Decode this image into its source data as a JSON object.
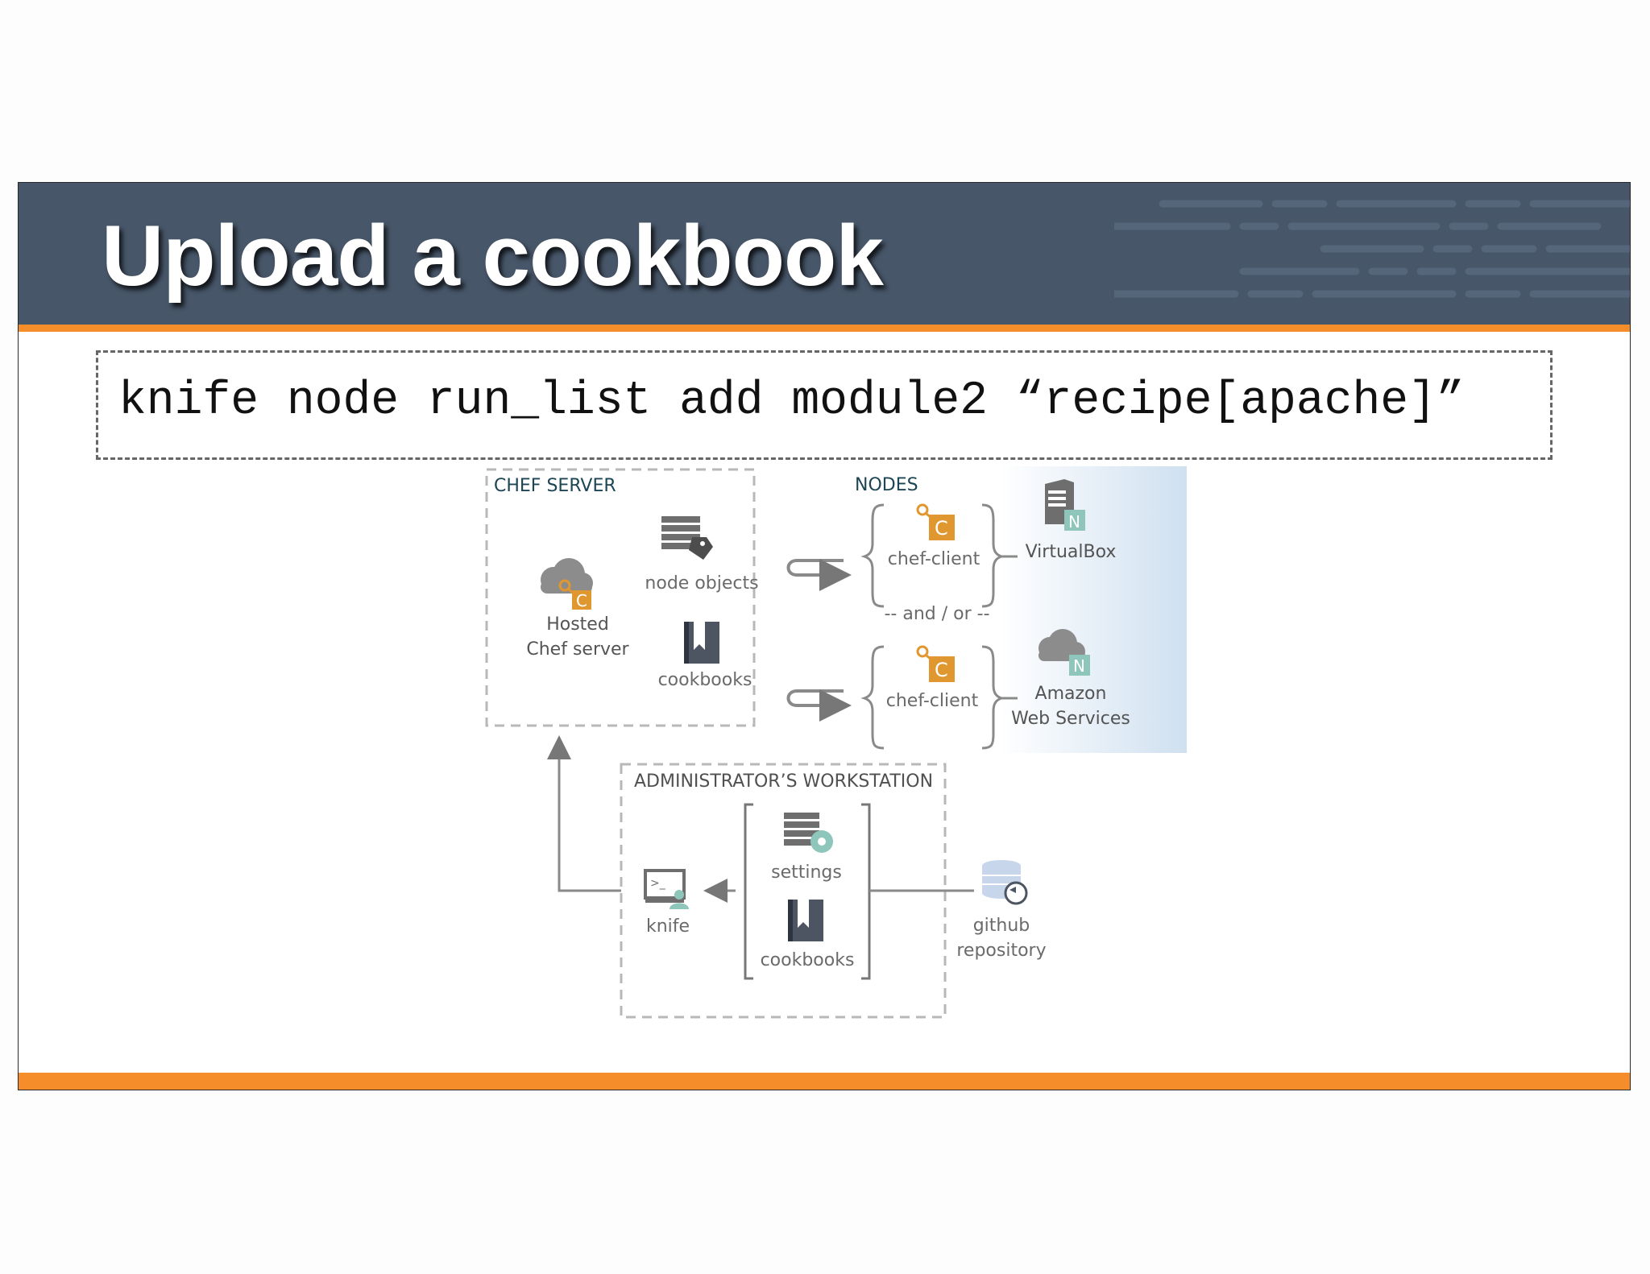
{
  "slide": {
    "title": "Upload a cookbook",
    "command": "knife node run_list add module2 “recipe[apache]”"
  },
  "colors": {
    "header_bg": "#475669",
    "accent_orange": "#f48d2a",
    "chef_orange": "#e0972f",
    "node_teal": "#8ec6bb",
    "nodes_panel_blue": "#cfe0f0"
  },
  "diagram": {
    "chef_server": {
      "title": "CHEF SERVER",
      "hosted_line1": "Hosted",
      "hosted_line2": "Chef server",
      "node_objects": "node objects",
      "cookbooks": "cookbooks"
    },
    "nodes": {
      "title": "NODES",
      "client1": "chef-client",
      "client2": "chef-client",
      "separator": "-- and / or --",
      "virtualbox": "VirtualBox",
      "aws_line1": "Amazon",
      "aws_line2": "Web Services",
      "chef_badge": "C",
      "node_badge": "N"
    },
    "workstation": {
      "title": "ADMINISTRATOR’S WORKSTATION",
      "settings": "settings",
      "cookbooks": "cookbooks",
      "knife": "knife"
    },
    "repository": {
      "line1": "github",
      "line2": "repository"
    }
  }
}
